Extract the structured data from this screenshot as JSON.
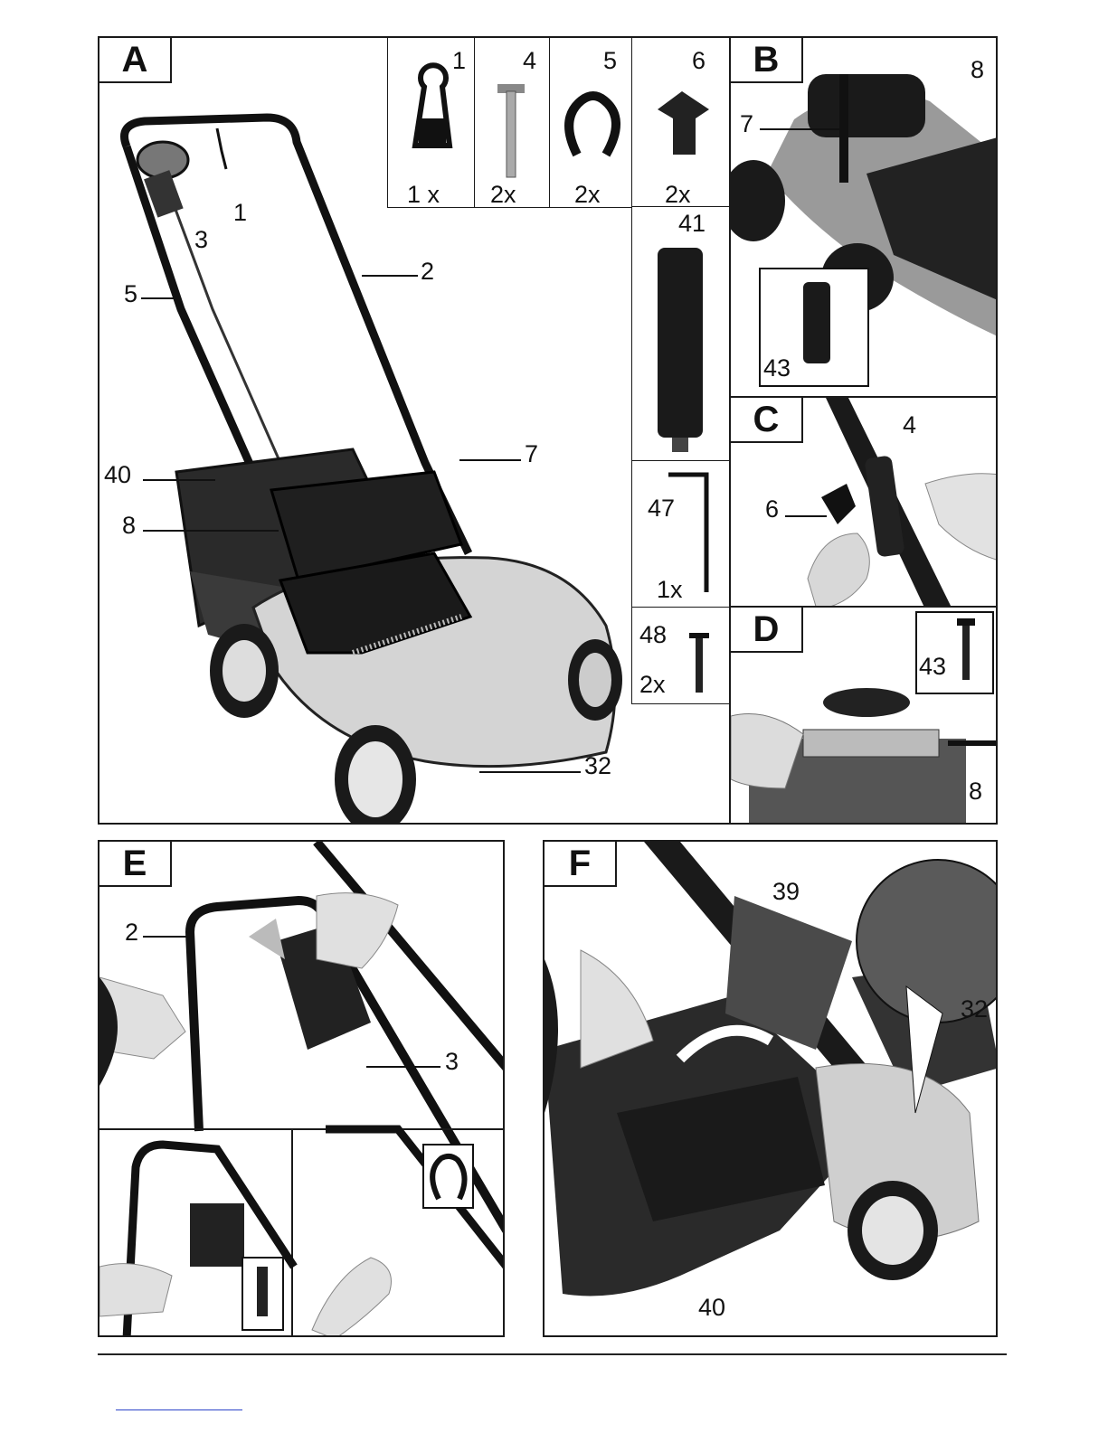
{
  "panels": {
    "a": {
      "letter": "A"
    },
    "b": {
      "letter": "B"
    },
    "c": {
      "letter": "C"
    },
    "d": {
      "letter": "D"
    },
    "e": {
      "letter": "E"
    },
    "f": {
      "letter": "F"
    }
  },
  "parts": [
    {
      "num": "1",
      "qty": "1 x"
    },
    {
      "num": "4",
      "qty": "2x"
    },
    {
      "num": "5",
      "qty": "2x"
    },
    {
      "num": "6",
      "qty": "2x"
    }
  ],
  "part41": {
    "num": "41"
  },
  "part47": {
    "num": "47",
    "qty": "1x"
  },
  "part48": {
    "num": "48",
    "qty": "2x"
  },
  "labels_a": [
    "1",
    "3",
    "2",
    "5",
    "7",
    "40",
    "8",
    "32"
  ],
  "labels_b": [
    "8",
    "7",
    "43"
  ],
  "labels_c": [
    "4",
    "6"
  ],
  "labels_d": [
    "43",
    "8"
  ],
  "labels_e": [
    "2",
    "3"
  ],
  "labels_f": [
    "39",
    "32",
    "40"
  ]
}
